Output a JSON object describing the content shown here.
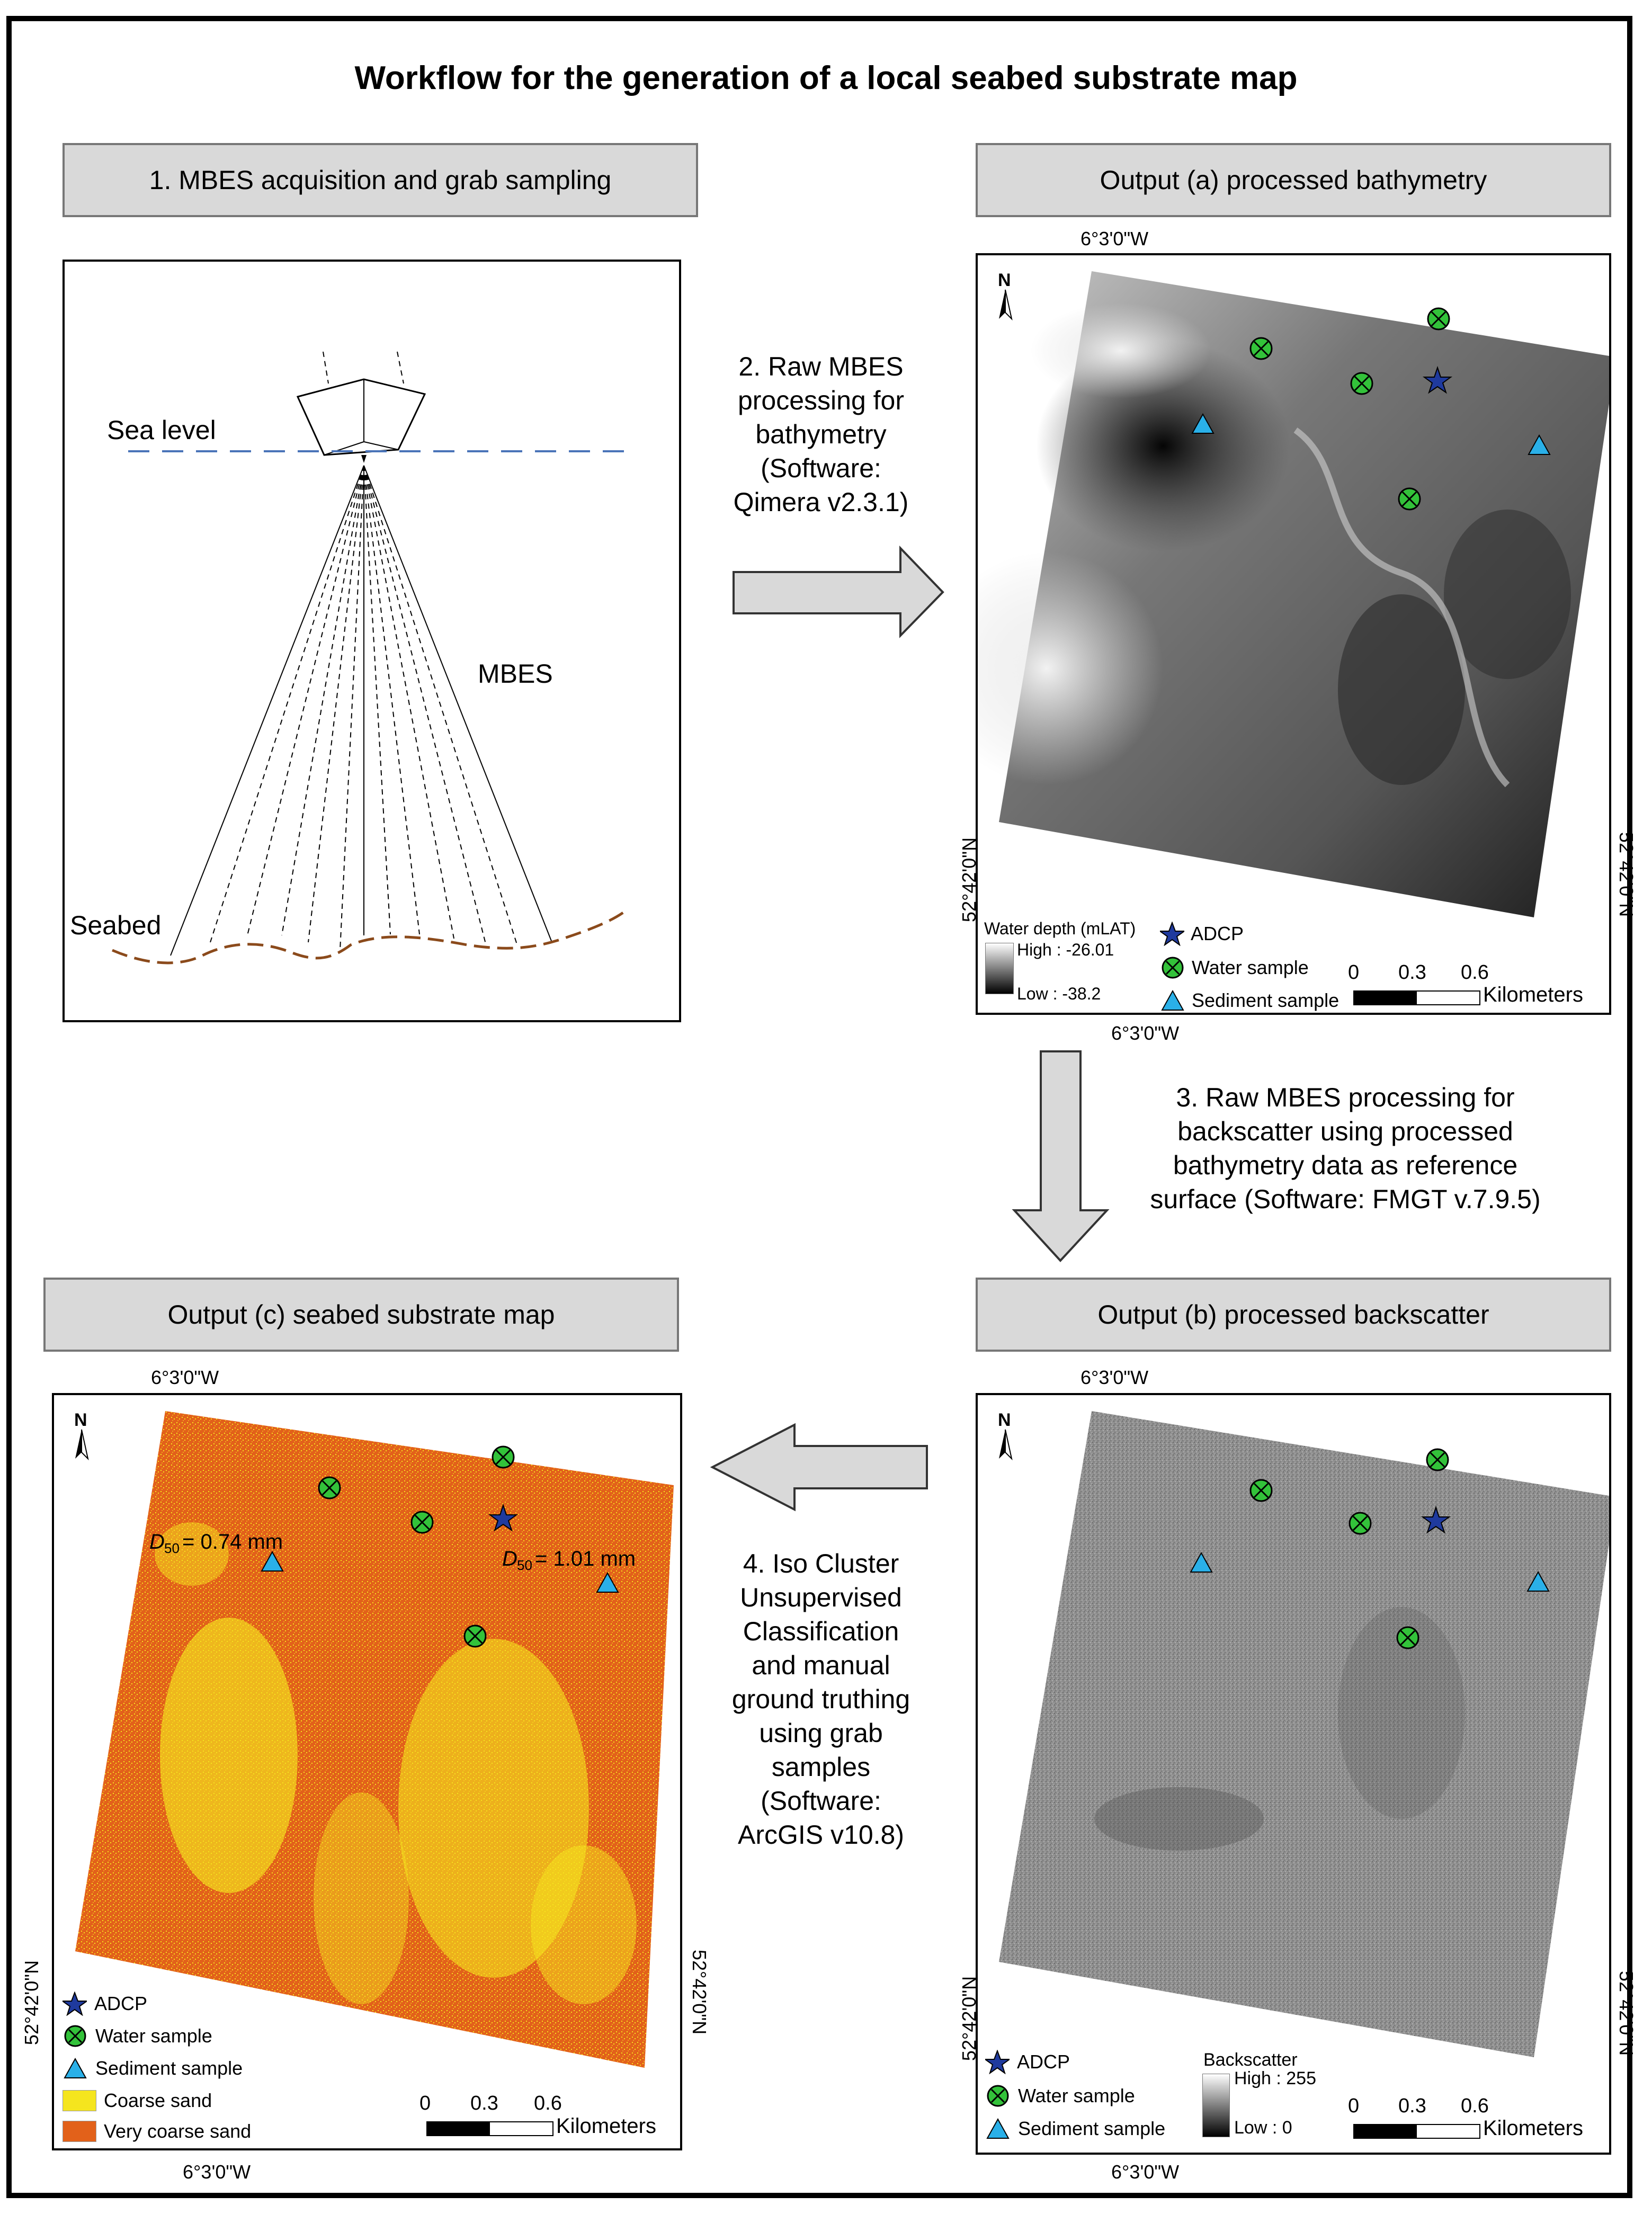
{
  "title": "Workflow for the generation of a local seabed substrate map",
  "boxes": {
    "step1": "1. MBES acquisition and grab sampling",
    "out_a": "Output (a) processed bathymetry",
    "out_b": "Output (b) processed backscatter",
    "out_c": "Output (c) seabed substrate map"
  },
  "steps": {
    "s2": [
      "2. Raw MBES",
      "processing for",
      "bathymetry",
      "(Software:",
      "Qimera v2.3.1)"
    ],
    "s3": [
      "3. Raw MBES processing for",
      "backscatter using processed",
      "bathymetry data as reference",
      "surface (Software: FMGT v.7.9.5)"
    ],
    "s4": [
      "4. Iso Cluster",
      "Unsupervised",
      "Classification",
      "and manual",
      "ground truthing",
      "using grab",
      "samples",
      "(Software:",
      "ArcGIS v10.8)"
    ]
  },
  "schematic": {
    "sea_level": "Sea level",
    "mbes": "MBES",
    "seabed": "Seabed"
  },
  "map": {
    "north": "N",
    "lon_label": "6°3'0\"W",
    "lat_label": "52°42'0\"N",
    "scale_ticks": [
      "0",
      "0.3",
      "0.6"
    ],
    "scale_unit": "Kilometers",
    "legend": {
      "adcp": "ADCP",
      "water": "Water sample",
      "sediment": "Sediment sample"
    },
    "bathy": {
      "title": "Water depth (mLAT)",
      "high": "High : -26.01",
      "low": "Low : -38.2"
    },
    "backscatter": {
      "title": "Backscatter",
      "high": "High : 255",
      "low": "Low : 0"
    },
    "substrate": {
      "coarse": "Coarse sand",
      "very_coarse": "Very coarse sand",
      "d50_a": "= 0.74 mm",
      "d50_b": "= 1.01 mm"
    }
  },
  "colors": {
    "coarse_sand": "#f5e51e",
    "very_coarse_sand": "#e2611a",
    "water_sample": "#33c23a",
    "sediment_sample": "#2ab0e8",
    "adcp": "#1f3a9e",
    "sea_level": "#4a74b8",
    "seabed": "#8b4a1b"
  }
}
